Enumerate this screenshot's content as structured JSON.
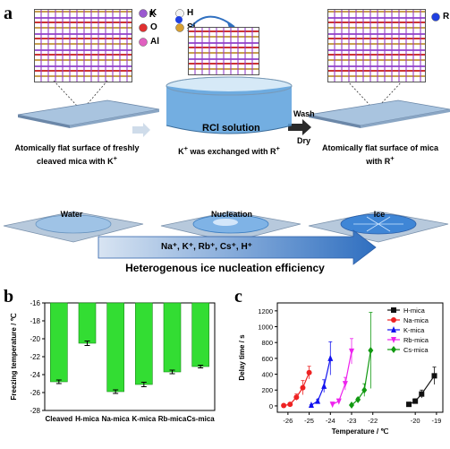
{
  "panel_a": {
    "letter": "a",
    "legend_atoms": [
      {
        "symbol": "K",
        "color": "#9b59d0"
      },
      {
        "symbol": "H",
        "color": "#f2f2f2"
      },
      {
        "symbol": "O",
        "color": "#e03030"
      },
      {
        "symbol": "Si",
        "color": "#d8a030"
      },
      {
        "symbol": "Al",
        "color": "#e060c0"
      }
    ],
    "legend_right": {
      "symbol": "R",
      "color": "#2040e0"
    },
    "solution_label": "RCl solution",
    "wash_label": "Wash",
    "dry_label": "Dry",
    "caption_left": "Atomically flat surface of freshly cleaved mica with K",
    "caption_left_sup": "+",
    "caption_middle": "K",
    "caption_middle_sup": "+",
    "caption_middle_rest": " was exchanged with R",
    "caption_middle_sup2": "+",
    "caption_right": "Atomically flat surface of mica with R",
    "caption_right_sup": "+",
    "stage_labels": [
      "Water",
      "Nucleation",
      "Ice"
    ],
    "arrow_text": "Na⁺, K⁺, Rb⁺, Cs⁺, H⁺",
    "efficiency_label": "Heterogenous ice nucleation efficiency"
  },
  "panel_b": {
    "letter": "b",
    "chart_data": {
      "type": "bar",
      "categories": [
        "Cleaved",
        "H-mica",
        "Na-mica",
        "K-mica",
        "Rb-mica",
        "Cs-mica"
      ],
      "values": [
        -24.8,
        -20.5,
        -25.9,
        -25.1,
        -23.7,
        -23.1
      ],
      "errors": [
        0.2,
        0.25,
        0.2,
        0.25,
        0.2,
        0.15
      ],
      "bar_color": "#33dd33",
      "ylabel": "Freezing temperature / ℃",
      "ylim": [
        -16,
        -28
      ],
      "yticks": [
        -16,
        -18,
        -20,
        -22,
        -24,
        -26,
        -28
      ],
      "inverted": true
    }
  },
  "panel_c": {
    "letter": "c",
    "chart_data": {
      "type": "line",
      "xlabel": "Temperature / ℃",
      "ylabel": "Delay time / s",
      "xlim": [
        -26.5,
        -18.7
      ],
      "ylim": [
        -80,
        1300
      ],
      "xticks": [
        -26,
        -25,
        -24,
        -23,
        -22,
        -20,
        -19
      ],
      "yticks": [
        0,
        200,
        400,
        600,
        800,
        1000,
        1200
      ],
      "legend_position": "top-right",
      "series": [
        {
          "name": "H-mica",
          "color": "#111111",
          "marker": "square",
          "x": [
            -20.3,
            -20.0,
            -19.7,
            -19.1
          ],
          "y": [
            20,
            60,
            150,
            380
          ],
          "err": [
            20,
            30,
            50,
            110
          ]
        },
        {
          "name": "Na-mica",
          "color": "#ee2222",
          "marker": "circle",
          "x": [
            -26.2,
            -25.9,
            -25.6,
            -25.3,
            -25.0
          ],
          "y": [
            5,
            20,
            110,
            230,
            420
          ],
          "err": [
            5,
            10,
            40,
            90,
            80
          ]
        },
        {
          "name": "K-mica",
          "color": "#1111ee",
          "marker": "triangle",
          "x": [
            -24.9,
            -24.6,
            -24.3,
            -24.0
          ],
          "y": [
            10,
            60,
            250,
            600
          ],
          "err": [
            5,
            20,
            80,
            210
          ]
        },
        {
          "name": "Rb-mica",
          "color": "#ee22ee",
          "marker": "triangle-down",
          "x": [
            -23.9,
            -23.6,
            -23.3,
            -23.0
          ],
          "y": [
            20,
            60,
            280,
            690
          ],
          "err": [
            5,
            20,
            80,
            160
          ]
        },
        {
          "name": "Cs-mica",
          "color": "#119911",
          "marker": "diamond",
          "x": [
            -23.0,
            -22.7,
            -22.4,
            -22.1
          ],
          "y": [
            10,
            80,
            200,
            700
          ],
          "err": [
            5,
            20,
            80,
            480
          ]
        }
      ]
    }
  }
}
